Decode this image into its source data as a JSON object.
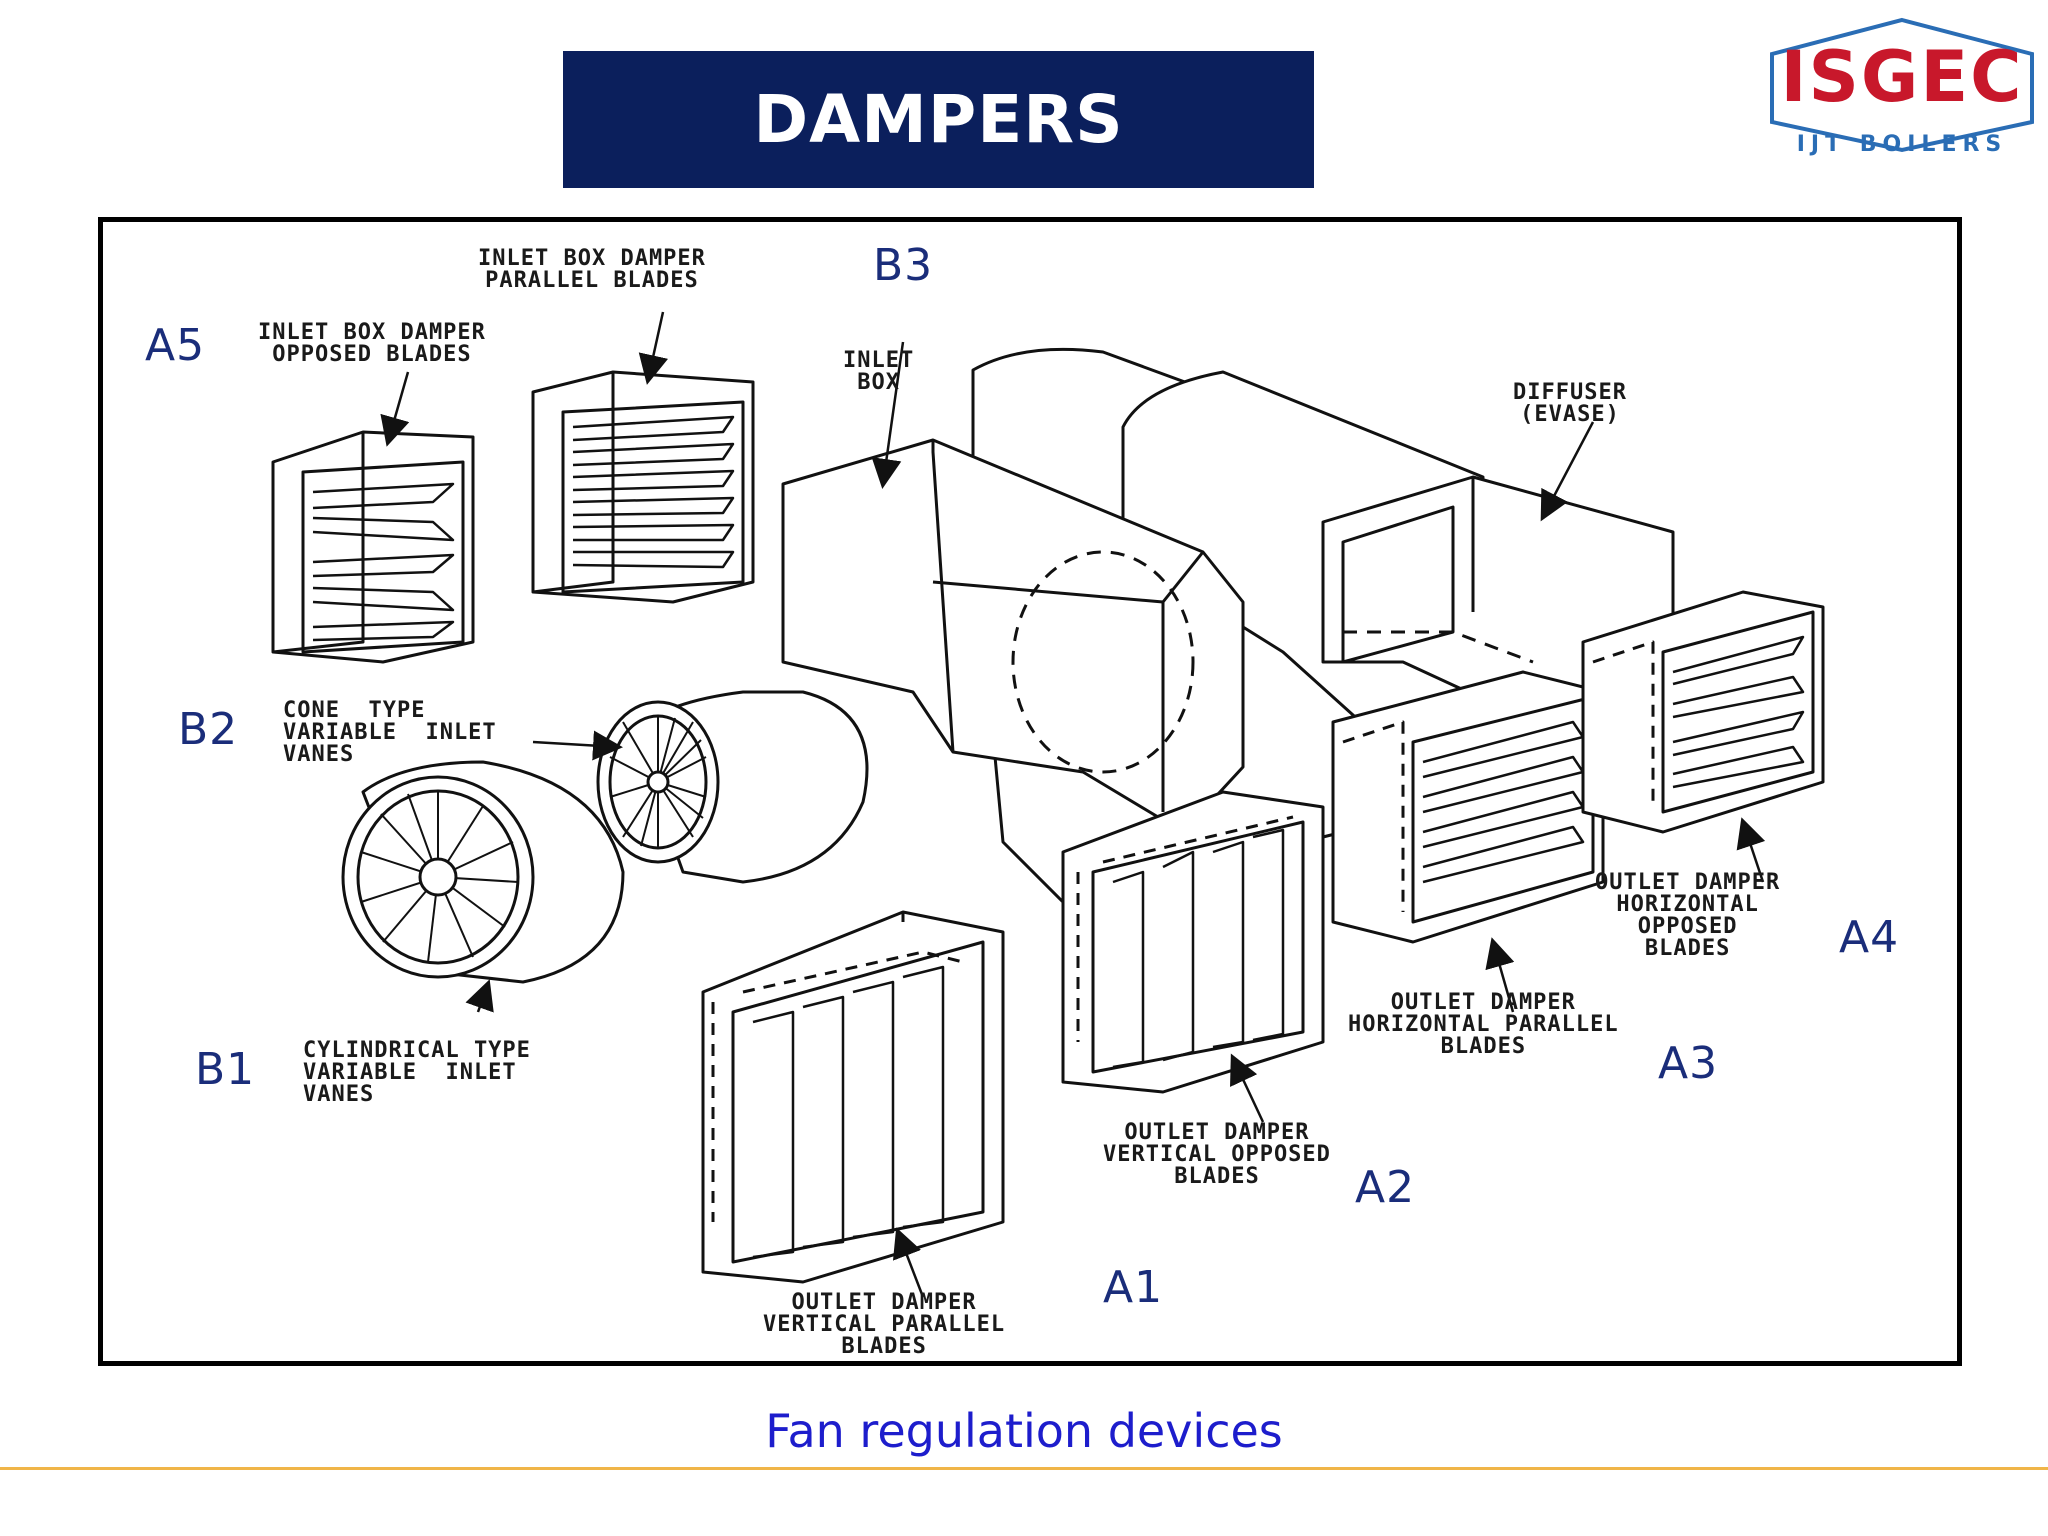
{
  "title": "DAMPERS",
  "logo": {
    "main": "ISGEC",
    "sub": "IJT BOILERS",
    "main_color": "#c8182b",
    "sub_color": "#2a6db5"
  },
  "colors": {
    "title_bar": "#0b1f5c",
    "code": "#1a2d7a",
    "caption": "#1d1dcc",
    "footer_line": "#f0b548"
  },
  "diagram": {
    "labels": {
      "b3": "INLET BOX DAMPER\nPARALLEL BLADES",
      "a5": "INLET BOX DAMPER\nOPPOSED BLADES",
      "inlet_box": "INLET\nBOX",
      "diffuser": "DIFFUSER\n(EVASE)",
      "b2": "CONE  TYPE\nVARIABLE  INLET\nVANES",
      "b1": "CYLINDRICAL TYPE\nVARIABLE  INLET\nVANES",
      "a4": "OUTLET DAMPER\nHORIZONTAL\nOPPOSED\nBLADES",
      "a3": "OUTLET DAMPER\nHORIZONTAL PARALLEL\nBLADES",
      "a2": "OUTLET DAMPER\nVERTICAL OPPOSED\nBLADES",
      "a1": "OUTLET DAMPER\nVERTICAL PARALLEL\nBLADES"
    },
    "codes": {
      "a1": "A1",
      "a2": "A2",
      "a3": "A3",
      "a4": "A4",
      "a5": "A5",
      "b1": "B1",
      "b2": "B2",
      "b3": "B3"
    }
  },
  "caption": "Fan regulation devices"
}
